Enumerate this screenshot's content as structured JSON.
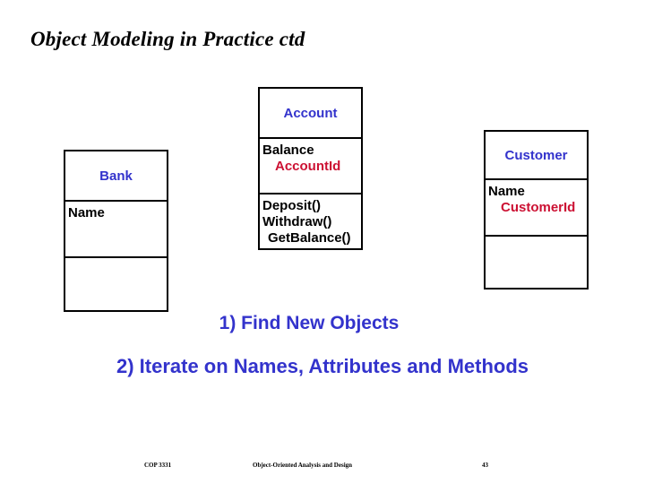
{
  "slide": {
    "title": "Object Modeling in Practice ctd",
    "colors": {
      "class_name": "#3333cc",
      "attribute_default": "#000000",
      "attribute_highlight": "#cc1133",
      "step_text": "#3333cc",
      "border": "#000000",
      "background": "#ffffff"
    }
  },
  "diagram": {
    "type": "uml-class-diagram",
    "classes": [
      {
        "id": "bank",
        "name": "Bank",
        "attributes": [
          {
            "text": "Name",
            "color": "black",
            "indent": false
          }
        ],
        "operations": []
      },
      {
        "id": "account",
        "name": "Account",
        "attributes": [
          {
            "text": "Balance",
            "color": "black",
            "indent": false
          },
          {
            "text": "AccountId",
            "color": "red",
            "indent": true
          }
        ],
        "operations": [
          {
            "text": "Deposit()",
            "color": "black",
            "indent": false
          },
          {
            "text": "Withdraw()",
            "color": "black",
            "indent": false
          },
          {
            "text": "GetBalance()",
            "color": "black",
            "indent": true
          }
        ]
      },
      {
        "id": "customer",
        "name": "Customer",
        "attributes": [
          {
            "text": "Name",
            "color": "black",
            "indent": false
          },
          {
            "text": "CustomerId",
            "color": "red",
            "indent": true
          }
        ],
        "operations": []
      }
    ]
  },
  "steps": [
    {
      "label": "1) Find New Objects"
    },
    {
      "label": "2) Iterate on Names, Attributes and Methods"
    }
  ],
  "footer": {
    "course": "COP 3331",
    "subject": "Object-Oriented Analysis and Design",
    "page_number": "43"
  }
}
